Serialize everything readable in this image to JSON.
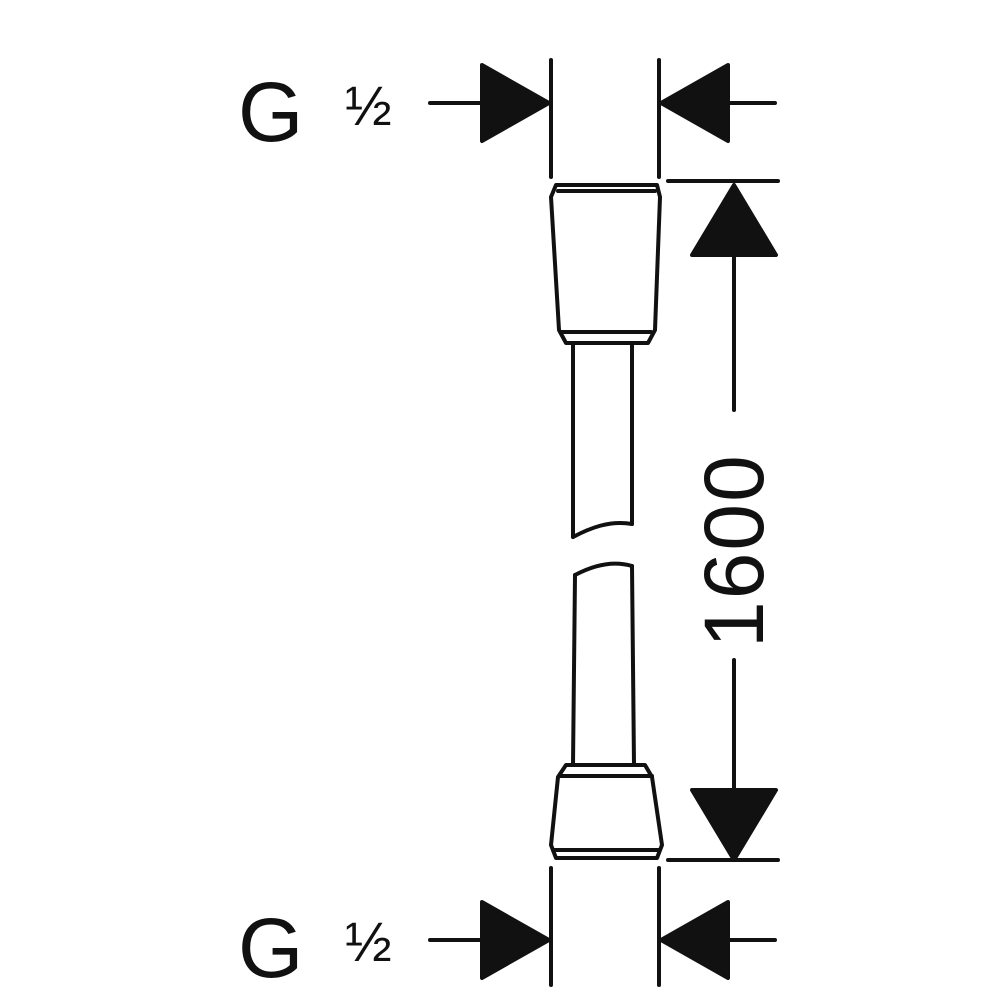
{
  "top_thread": {
    "letter": "G",
    "fraction": "½"
  },
  "bottom_thread": {
    "letter": "G",
    "fraction": "½"
  },
  "length": "1600",
  "colors": {
    "line": "#111111",
    "background": "#ffffff"
  }
}
